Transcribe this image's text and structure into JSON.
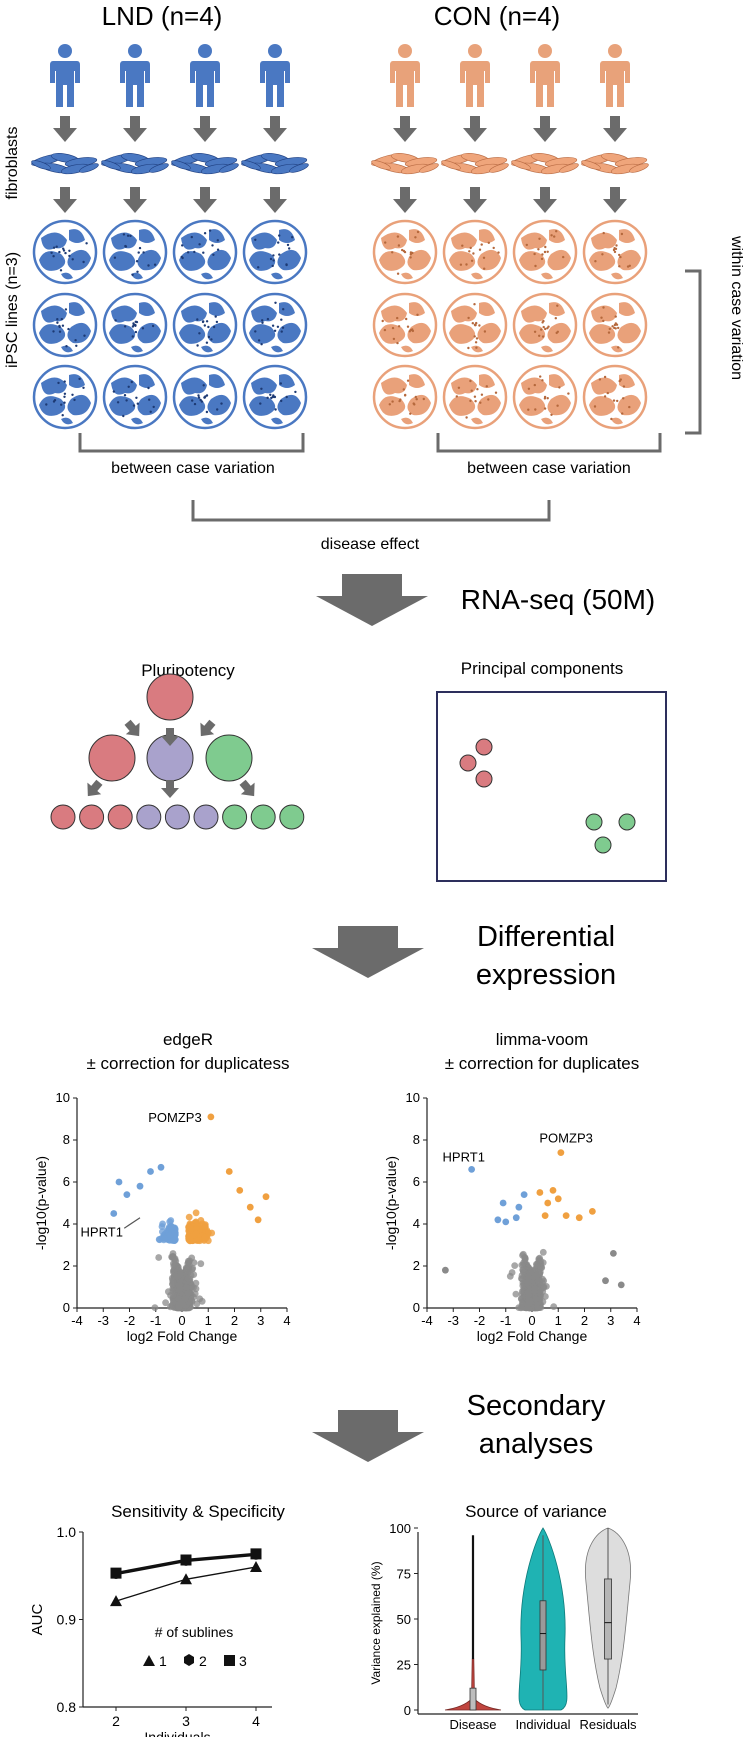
{
  "groups": {
    "lnd_title": "LND (n=4)",
    "con_title": "CON (n=4)",
    "lnd_color": "#4a78c2",
    "con_color": "#e8a27a"
  },
  "side_labels": {
    "fibroblasts": "fibroblasts",
    "ipsc_lines": "iPSC lines (n=3)",
    "within_case": "within case variation"
  },
  "bracket_labels": {
    "between_case_left": "between case variation",
    "between_case_right": "between case variation",
    "disease_effect": "disease effect"
  },
  "steps": {
    "rnaseq": "RNA-seq (50M)",
    "diff_expr_line1": "Differential",
    "diff_expr_line2": "expression",
    "secondary_line1": "Secondary",
    "secondary_line2": "analyses"
  },
  "pluripotency": {
    "title": "Pluripotency",
    "colors": {
      "red": "#d97b80",
      "purple": "#a9a2cc",
      "green": "#7fcb8f"
    }
  },
  "pca": {
    "title": "Principal components",
    "border_color": "#2d2f5c"
  },
  "volcano_edger": {
    "title_line1": "edgeR",
    "title_line2": "± correction for duplicatess",
    "xlabel": "log2 Fold Change",
    "ylabel": "-log10(p-value)",
    "xticks": [
      "-4",
      "-3",
      "-2",
      "-1",
      "0",
      "1",
      "2",
      "3",
      "4"
    ],
    "yticks": [
      "0",
      "2",
      "4",
      "6",
      "8",
      "10"
    ],
    "labels": {
      "pomzp3": "POMZP3",
      "hprt1": "HPRT1"
    }
  },
  "volcano_limma": {
    "title_line1": "limma-voom",
    "title_line2": "± correction for duplicates",
    "xlabel": "log2 Fold Change",
    "ylabel": "-log10(p-value)",
    "xticks": [
      "-4",
      "-3",
      "-2",
      "-1",
      "0",
      "1",
      "2",
      "3",
      "4"
    ],
    "yticks": [
      "0",
      "2",
      "4",
      "6",
      "8",
      "10"
    ],
    "labels": {
      "pomzp3": "POMZP3",
      "hprt1": "HPRT1"
    }
  },
  "auc_chart": {
    "title": "Sensitivity & Specificity",
    "xlabel": "Individuals",
    "ylabel": "AUC",
    "xticks": [
      "2",
      "3",
      "4"
    ],
    "yticks": [
      "0.8",
      "0.9",
      "1.0"
    ],
    "legend_title": "# of sublines",
    "legend_items": [
      "1",
      "2",
      "3"
    ]
  },
  "variance_chart": {
    "title": "Source of variance",
    "ylabel": "Variance explained (%)",
    "yticks": [
      "0",
      "25",
      "50",
      "75",
      "100"
    ],
    "categories": [
      "Disease",
      "Individual",
      "Residuals"
    ],
    "colors": {
      "disease": "#c0453f",
      "individual": "#1fb3b3",
      "residuals": "#dddddd"
    }
  },
  "chart_data": [
    {
      "type": "scatter",
      "title": "edgeR",
      "xlabel": "log2 Fold Change",
      "ylabel": "-log10(p-value)",
      "xlim": [
        -4,
        4
      ],
      "ylim": [
        0,
        10
      ],
      "annotations": [
        {
          "label": "POMZP3",
          "x": 1.1,
          "y": 9.1
        },
        {
          "label": "HPRT1",
          "x": -2.2,
          "y": 4.0
        }
      ],
      "series": [
        {
          "name": "",
          "color": "#f0a040",
          "note": "up-regulated, dozens of points x 0.2–3.2, y 3.3–6.6"
        },
        {
          "name": "",
          "color": "#6fa0d8",
          "note": "down-regulated, dozens of points x -2.5–-0.2, y 3.3–6.7"
        }
      ]
    },
    {
      "type": "scatter",
      "title": "limma-voom",
      "xlabel": "log2 Fold Change",
      "ylabel": "-log10(p-value)",
      "xlim": [
        -4,
        4
      ],
      "ylim": [
        0,
        10
      ],
      "annotations": [
        {
          "label": "POMZP3",
          "x": 1.1,
          "y": 7.4
        },
        {
          "label": "HPRT1",
          "x": -2.3,
          "y": 6.6
        }
      ]
    },
    {
      "type": "line",
      "title": "Sensitivity & Specificity",
      "xlabel": "Individuals",
      "ylabel": "AUC",
      "x": [
        2,
        3,
        4
      ],
      "ylim": [
        0.8,
        1.0
      ],
      "series": [
        {
          "name": "1",
          "marker": "triangle",
          "values": [
            0.921,
            0.946,
            0.96
          ]
        },
        {
          "name": "2",
          "marker": "circle",
          "values": [
            0.952,
            0.967,
            0.974
          ]
        },
        {
          "name": "3",
          "marker": "square",
          "values": [
            0.953,
            0.968,
            0.975
          ]
        }
      ]
    },
    {
      "type": "violin",
      "title": "Source of variance",
      "ylabel": "Variance explained (%)",
      "categories": [
        "Disease",
        "Individual",
        "Residuals"
      ],
      "ylim": [
        0,
        100
      ],
      "medians": [
        1,
        42,
        48
      ]
    }
  ]
}
